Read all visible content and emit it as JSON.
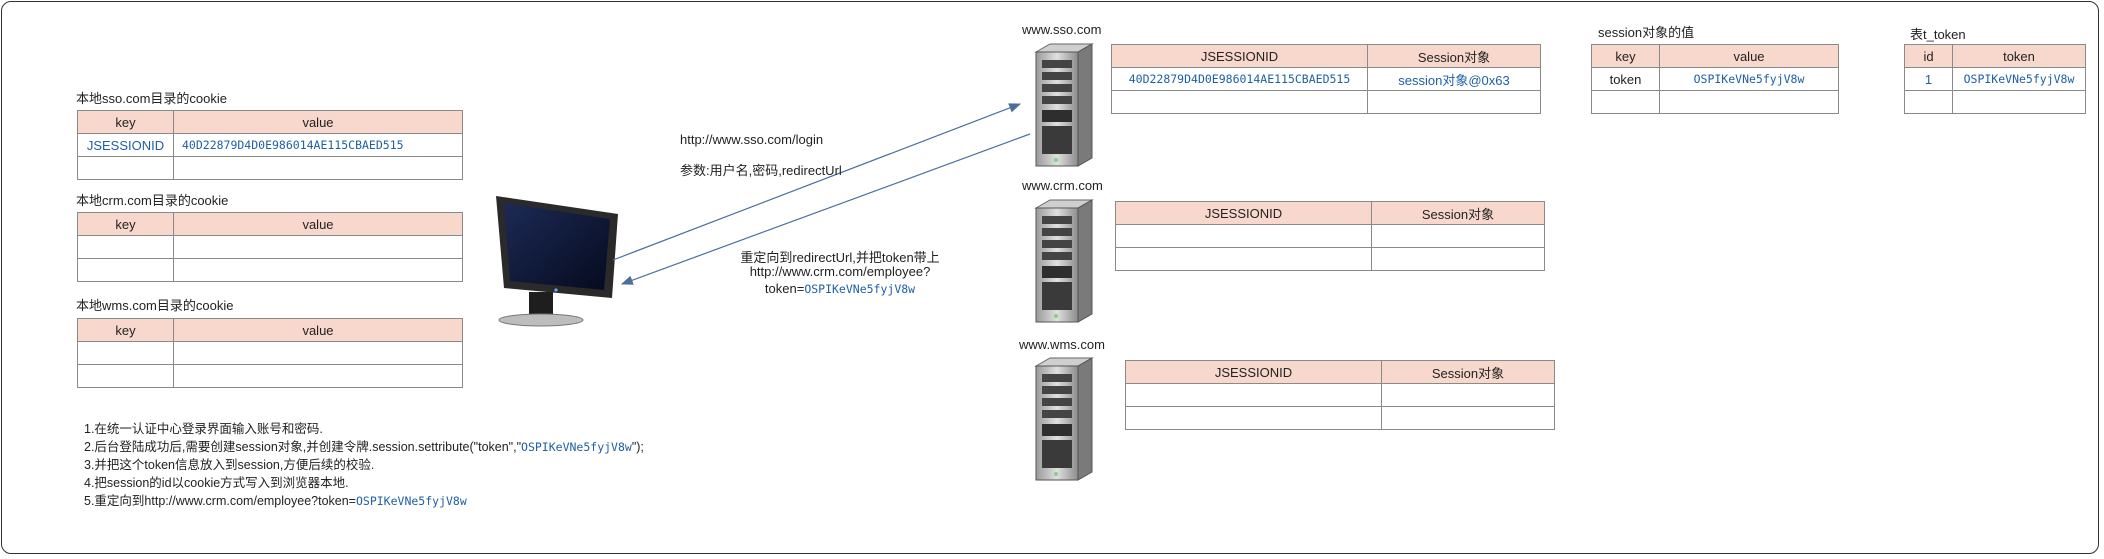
{
  "local_cookies": {
    "sso": {
      "caption": "本地sso.com目录的cookie",
      "headers": [
        "key",
        "value"
      ],
      "rows": [
        [
          "JSESSIONID",
          "40D22879D4D0E986014AE115CBAED515"
        ],
        [
          "",
          ""
        ]
      ]
    },
    "crm": {
      "caption": "本地crm.com目录的cookie",
      "headers": [
        "key",
        "value"
      ],
      "rows": [
        [
          "",
          ""
        ],
        [
          "",
          ""
        ]
      ]
    },
    "wms": {
      "caption": "本地wms.com目录的cookie",
      "headers": [
        "key",
        "value"
      ],
      "rows": [
        [
          "",
          ""
        ],
        [
          "",
          ""
        ]
      ]
    }
  },
  "request": {
    "url": "http://www.sso.com/login",
    "params": "参数:用户名,密码,redirectUrl"
  },
  "redirect": {
    "line1": "重定向到redirectUrl,并把token带上",
    "line2": "http://www.crm.com/employee?",
    "line3_prefix": "token=",
    "line3_token": "OSPIKeVNe5fyjV8w"
  },
  "servers": {
    "sso": {
      "label": "www.sso.com",
      "headers": [
        "JSESSIONID",
        "Session对象"
      ],
      "rows": [
        [
          "40D22879D4D0E986014AE115CBAED515",
          "session对象@0x63"
        ],
        [
          "",
          ""
        ]
      ]
    },
    "crm": {
      "label": "www.crm.com",
      "headers": [
        "JSESSIONID",
        "Session对象"
      ],
      "rows": [
        [
          "",
          ""
        ],
        [
          "",
          ""
        ]
      ]
    },
    "wms": {
      "label": "www.wms.com",
      "headers": [
        "JSESSIONID",
        "Session对象"
      ],
      "rows": [
        [
          "",
          ""
        ],
        [
          "",
          ""
        ]
      ]
    }
  },
  "session_values": {
    "caption": "session对象的值",
    "headers": [
      "key",
      "value"
    ],
    "rows": [
      [
        "token",
        "OSPIKeVNe5fyjV8w"
      ],
      [
        "",
        ""
      ]
    ]
  },
  "t_token": {
    "caption": "表t_token",
    "headers": [
      "id",
      "token"
    ],
    "rows": [
      [
        "1",
        "OSPIKeVNe5fyjV8w"
      ],
      [
        "",
        ""
      ]
    ]
  },
  "steps": {
    "s1": "1.在统一认证中心登录界面输入账号和密码.",
    "s2_prefix": "2.后台登陆成功后,需要创建session对象,并创建令牌.session.settribute(\"token\",\"",
    "s2_token": "OSPIKeVNe5fyjV8w",
    "s2_suffix": "\");",
    "s3": "3.并把这个token信息放入到session,方便后续的校验.",
    "s4": "4.把session的id以cookie方式写入到浏览器本地.",
    "s5_prefix": "5.重定向到http://www.crm.com/employee?token=",
    "s5_token": "OSPIKeVNe5fyjV8w"
  },
  "colors": {
    "header_fill": "#f8d8cc",
    "link_blue": "#1f5fa6",
    "arrow": "#4a6f9a"
  },
  "icons": [
    "monitor-icon",
    "server-icon"
  ]
}
